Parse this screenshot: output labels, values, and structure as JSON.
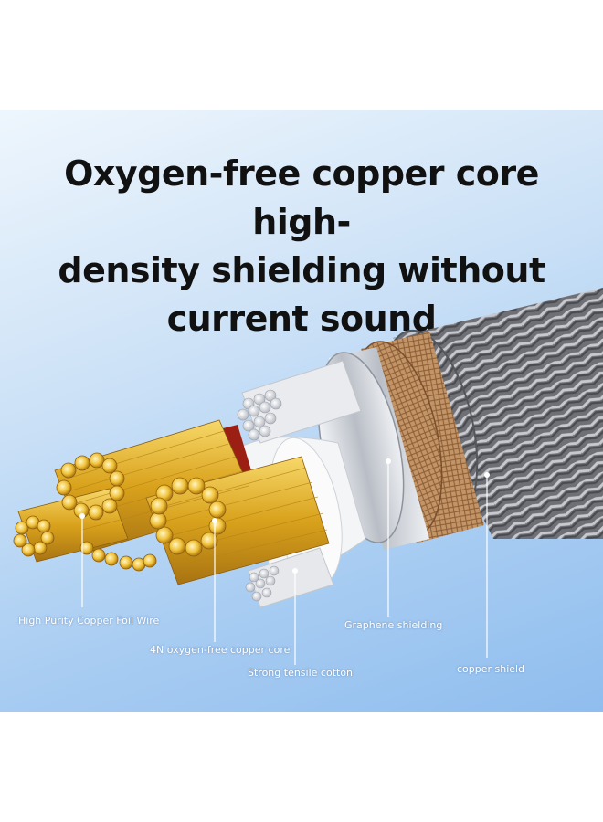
{
  "headline": {
    "line1": "Oxygen-free copper core high-",
    "line2": "density shielding without",
    "line3": "current sound"
  },
  "callouts": {
    "copper_foil": "High Purity Copper Foil Wire",
    "oxygen_free_core": "4N oxygen-free copper core",
    "tensile_cotton": "Strong tensile cotton",
    "graphene": "Graphene shielding",
    "copper_shield": "copper shield"
  },
  "colors": {
    "background_top": "#eef6fd",
    "background_bottom": "#8fbdee",
    "copper_strands": "#e6b422",
    "braid": "#7d7d82",
    "foil": "#c9a27a",
    "callout_text": "#ffffff"
  }
}
